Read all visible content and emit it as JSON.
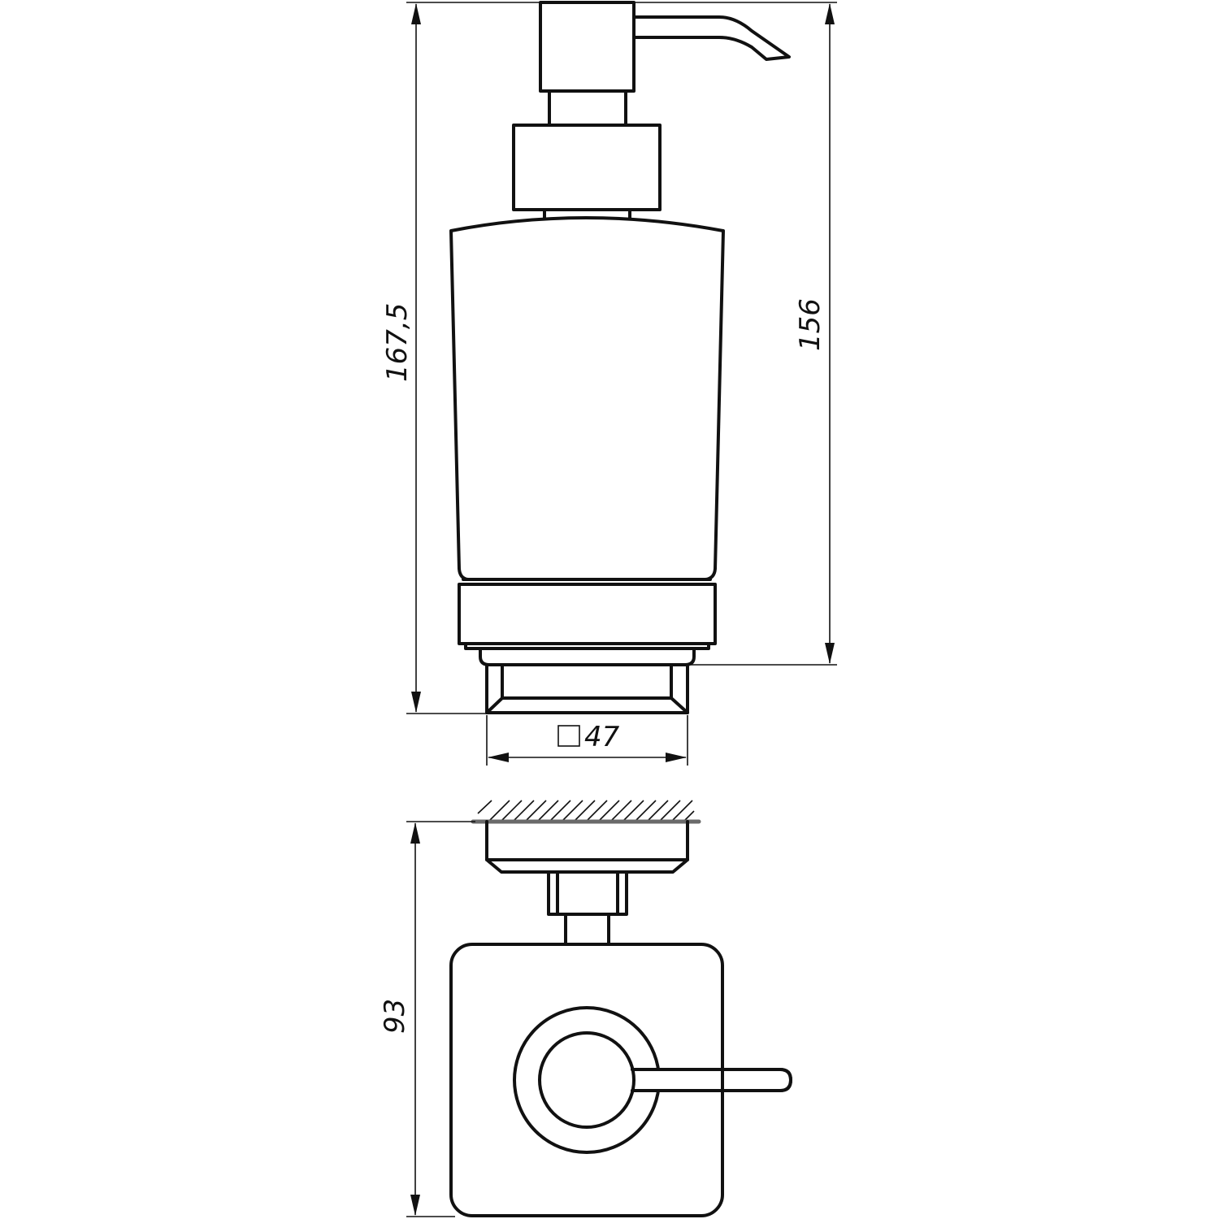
{
  "drawing": {
    "title": "Soap dispenser technical drawing",
    "views": [
      "front-view",
      "top-view"
    ],
    "colors": {
      "line": "#111111",
      "wall": "#6a6a6a",
      "background": "#ffffff"
    }
  },
  "dimensions": {
    "overall_height": "167,5",
    "body_height": "156",
    "base_square": "47",
    "base_square_symbol": "square",
    "wall_projection": "93"
  }
}
